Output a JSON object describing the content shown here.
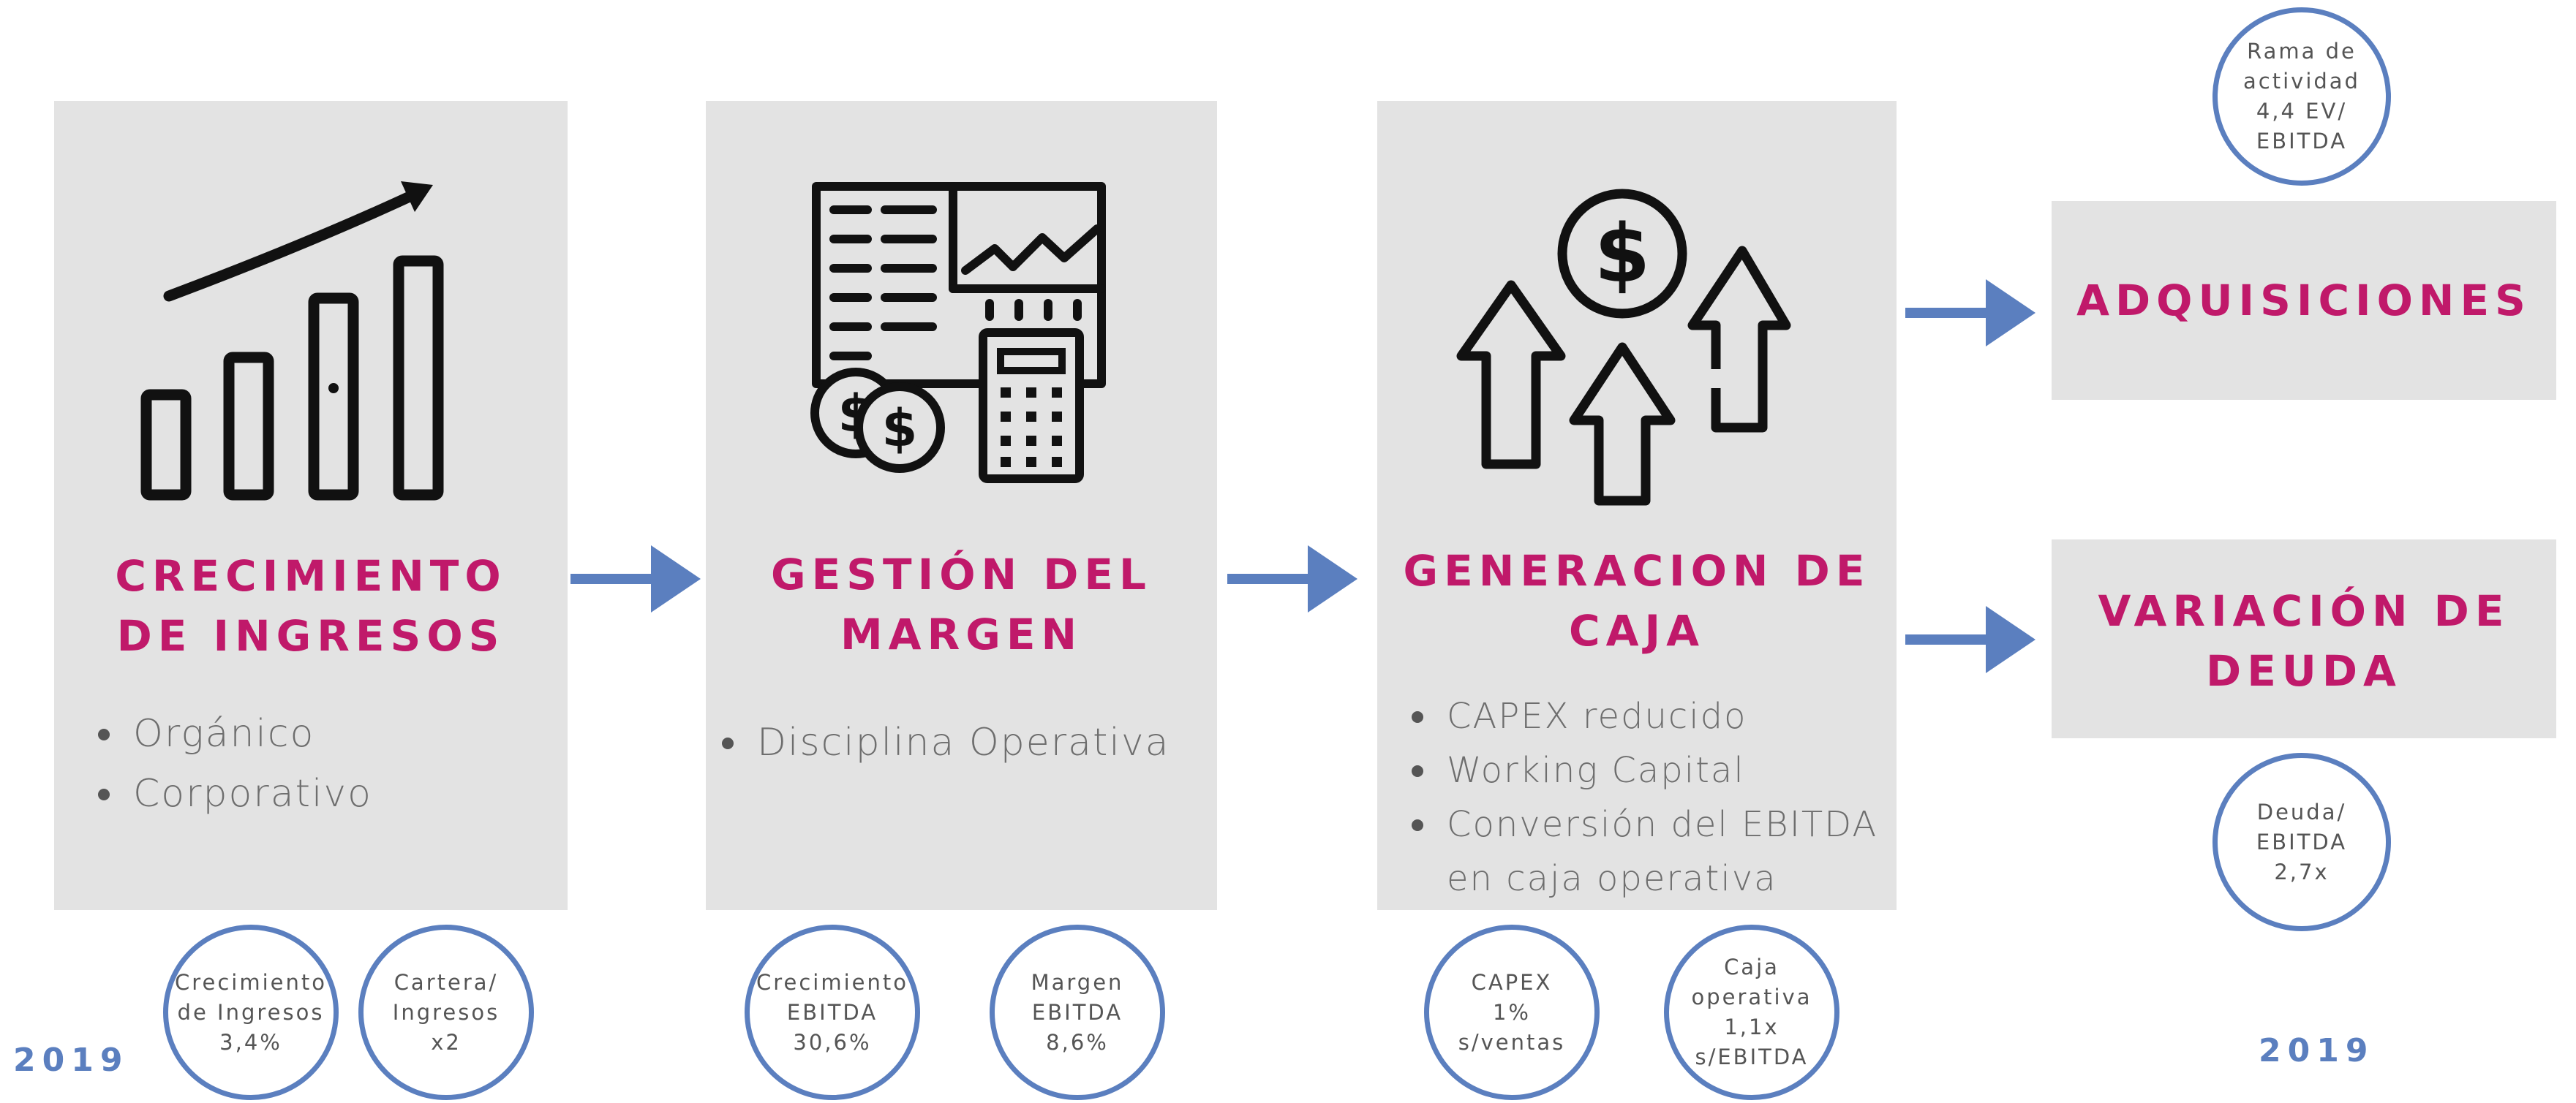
{
  "panels": {
    "crecimiento": {
      "title": "CRECIMIENTO\nDE INGRESOS",
      "bullets": [
        "Orgánico",
        "Corporativo"
      ],
      "icon": "bar-chart-growth-icon"
    },
    "gestion": {
      "title": "GESTIÓN DEL\nMARGEN",
      "bullets": [
        "Disciplina Operativa"
      ],
      "icon": "spreadsheet-calculator-icon"
    },
    "generacion": {
      "title": "GENERACION DE\nCAJA",
      "bullets": [
        "CAPEX reducido",
        "Working Capital",
        "Conversión del EBITDA",
        "en caja operativa"
      ],
      "icon": "dollar-arrows-up-icon"
    },
    "adquisiciones": {
      "title": "ADQUISICIONES"
    },
    "variacion": {
      "title": "VARIACIÓN DE\nDEUDA"
    }
  },
  "metrics": {
    "crecimiento_ingresos": "Crecimiento\nde Ingresos\n3,4%",
    "cartera": "Cartera/\nIngresos\nx2",
    "crecimiento_ebitda": "Crecimiento\nEBITDA\n30,6%",
    "margen_ebitda": "Margen\nEBITDA\n8,6%",
    "capex": "CAPEX\n1%\ns/ventas",
    "caja_operativa": "Caja\noperativa\n1,1x\ns/EBITDA",
    "rama_actividad": "Rama de\nactividad\n4,4 EV/\nEBITDA",
    "deuda_ebitda": "Deuda/\nEBITDA\n2,7x"
  },
  "years": {
    "left": "2019",
    "right": "2019"
  },
  "colors": {
    "panel": "#e3e3e3",
    "title": "#c0196a",
    "accent": "#5b7fbf",
    "text": "#6e6e6e"
  }
}
